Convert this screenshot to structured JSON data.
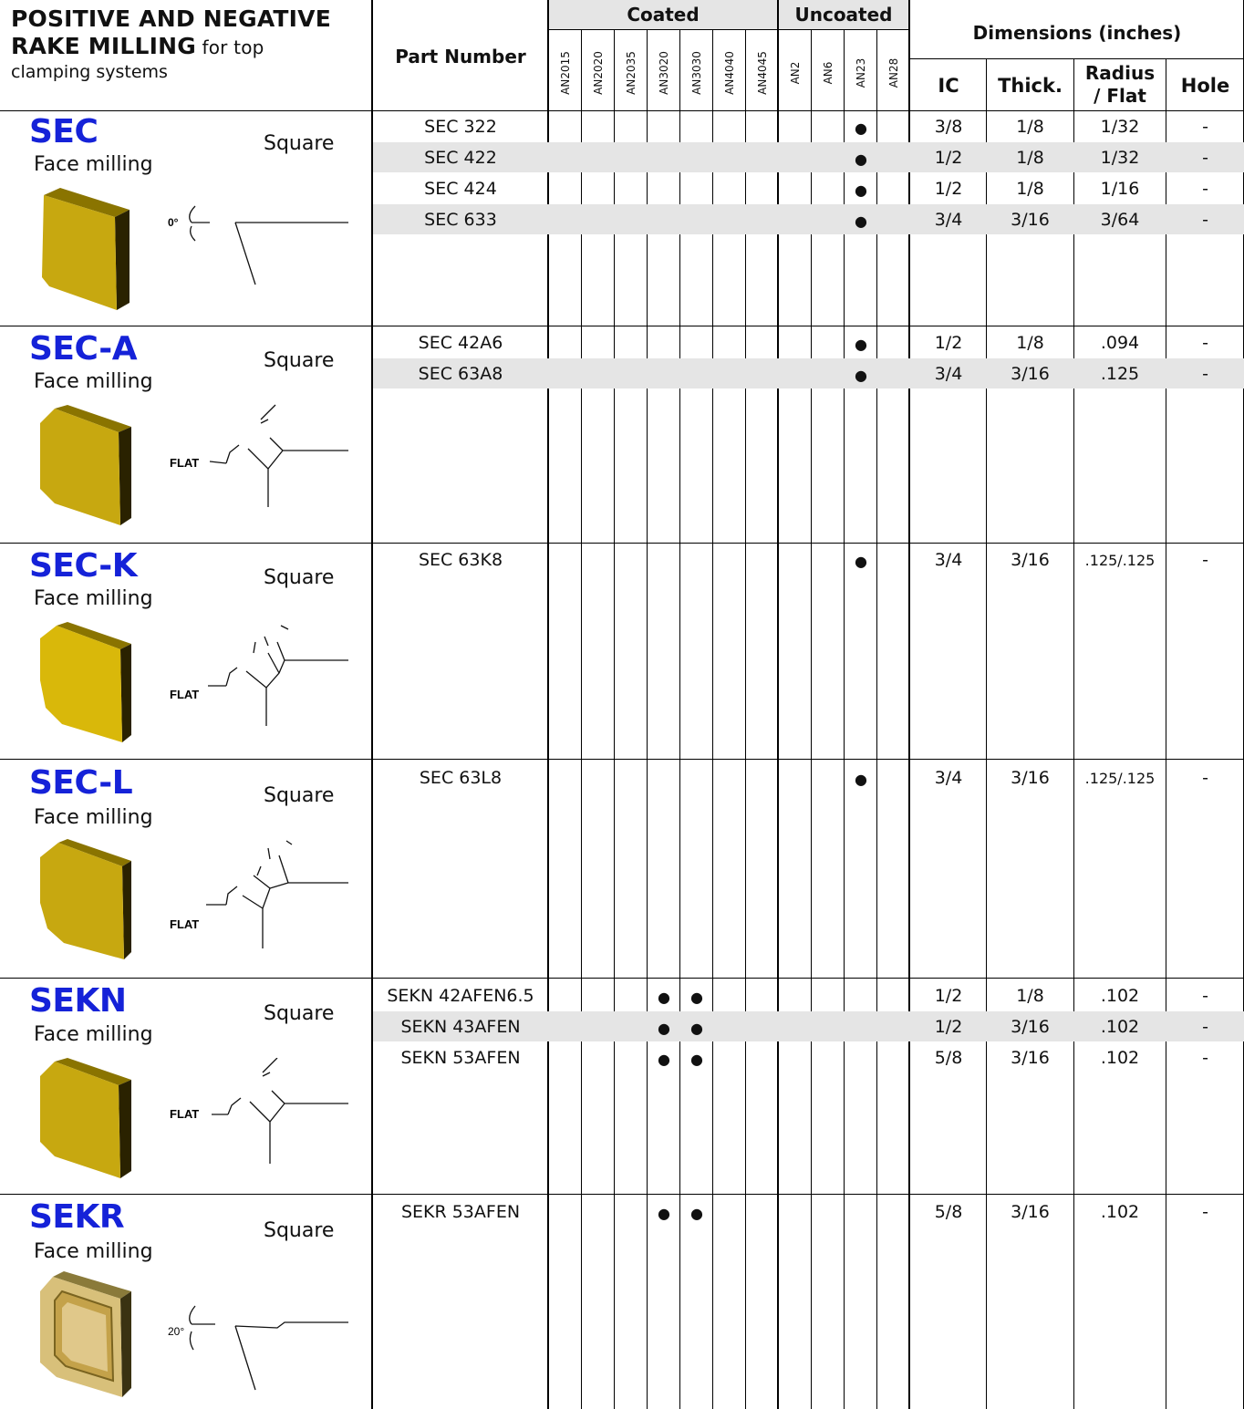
{
  "header": {
    "title_bold": "POSITIVE AND NEGATIVE",
    "title_bold2": "RAKE MILLING",
    "title_tail": " for top",
    "title_line3": "clamping systems",
    "part_number": "Part Number",
    "coated": "Coated",
    "uncoated": "Uncoated",
    "dimensions": "Dimensions (inches)",
    "ic": "IC",
    "thick": "Thick.",
    "radius": "Radius",
    "flat": "/ Flat",
    "hole": "Hole",
    "grades": [
      "AN2015",
      "AN2020",
      "AN2035",
      "AN3020",
      "AN3030",
      "AN4040",
      "AN4045",
      "AN2",
      "AN6",
      "AN23",
      "AN28"
    ]
  },
  "bullet": "●",
  "sections": [
    {
      "name": "SEC",
      "subtitle": "Face milling",
      "shape": "Square",
      "diagram_label": "0°",
      "rows": [
        {
          "part": "SEC 322",
          "ic": "3/8",
          "thick": "1/8",
          "radius": "1/32",
          "hole": "-"
        },
        {
          "part": "SEC 422",
          "ic": "1/2",
          "thick": "1/8",
          "radius": "1/32",
          "hole": "-"
        },
        {
          "part": "SEC 424",
          "ic": "1/2",
          "thick": "1/8",
          "radius": "1/16",
          "hole": "-"
        },
        {
          "part": "SEC 633",
          "ic": "3/4",
          "thick": "3/16",
          "radius": "3/64",
          "hole": "-"
        }
      ]
    },
    {
      "name": "SEC-A",
      "subtitle": "Face milling",
      "shape": "Square",
      "diagram_label": "FLAT",
      "rows": [
        {
          "part": "SEC 42A6",
          "ic": "1/2",
          "thick": "1/8",
          "radius": ".094",
          "hole": "-"
        },
        {
          "part": "SEC 63A8",
          "ic": "3/4",
          "thick": "3/16",
          "radius": ".125",
          "hole": "-"
        }
      ]
    },
    {
      "name": "SEC-K",
      "subtitle": "Face milling",
      "shape": "Square",
      "diagram_label": "FLAT",
      "rows": [
        {
          "part": "SEC 63K8",
          "ic": "3/4",
          "thick": "3/16",
          "radius": ".125/.125",
          "hole": "-"
        }
      ]
    },
    {
      "name": "SEC-L",
      "subtitle": "Face milling",
      "shape": "Square",
      "diagram_label": "FLAT",
      "rows": [
        {
          "part": "SEC 63L8",
          "ic": "3/4",
          "thick": "3/16",
          "radius": ".125/.125",
          "hole": "-"
        }
      ]
    },
    {
      "name": "SEKN",
      "subtitle": "Face milling",
      "shape": "Square",
      "diagram_label": "FLAT",
      "rows": [
        {
          "part": "SEKN 42AFEN6.5",
          "ic": "1/2",
          "thick": "1/8",
          "radius": ".102",
          "hole": "-"
        },
        {
          "part": "SEKN 43AFEN",
          "ic": "1/2",
          "thick": "3/16",
          "radius": ".102",
          "hole": "-"
        },
        {
          "part": "SEKN 53AFEN",
          "ic": "5/8",
          "thick": "3/16",
          "radius": ".102",
          "hole": "-"
        }
      ]
    },
    {
      "name": "SEKR",
      "subtitle": "Face milling",
      "shape": "Square",
      "diagram_label": "20°",
      "rows": [
        {
          "part": "SEKR 53AFEN",
          "ic": "5/8",
          "thick": "3/16",
          "radius": ".102",
          "hole": "-"
        }
      ]
    }
  ]
}
